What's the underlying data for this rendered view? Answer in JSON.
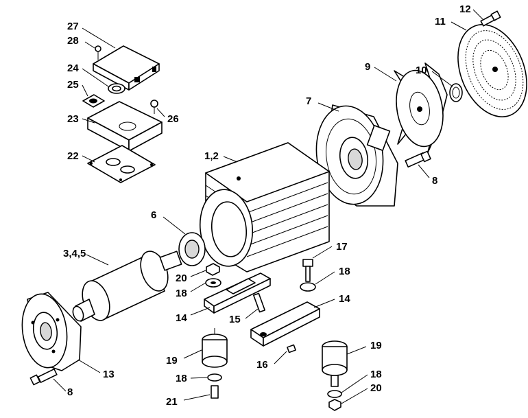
{
  "callouts": {
    "c27": "27",
    "c28": "28",
    "c24": "24",
    "c25": "25",
    "c26": "26",
    "c23": "23",
    "c22": "22",
    "c12": "12",
    "c11": "11",
    "c9": "9",
    "c10": "10",
    "c7": "7",
    "c8_top": "8",
    "c1_2": "1,2",
    "c6": "6",
    "c3_4_5": "3,4,5",
    "c20_left": "20",
    "c18_left": "18",
    "c14_left": "14",
    "c15": "15",
    "c17": "17",
    "c18_right": "18",
    "c14_right": "14",
    "c19_left": "19",
    "c16": "16",
    "c19_right": "19",
    "c18_bottom_left": "18",
    "c21": "21",
    "c18_bottom_right": "18",
    "c20_bottom_right": "20",
    "c13": "13",
    "c8_bottom": "8"
  }
}
